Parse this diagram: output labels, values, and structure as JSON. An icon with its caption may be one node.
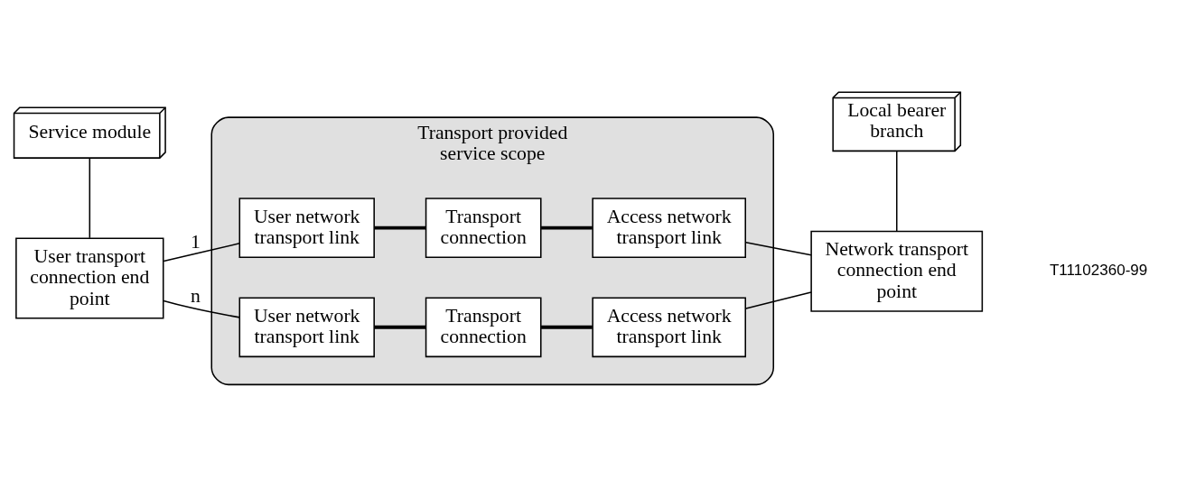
{
  "diagram": {
    "nodes": [
      {
        "text": [
          "Service module"
        ]
      },
      {
        "text": [
          "Local bearer branch"
        ]
      },
      {
        "text": [
          "Transport provided service scope"
        ]
      },
      {
        "text": [
          "User transport connection end point"
        ]
      },
      {
        "text": [
          "User network transport link"
        ],
        "in": 2
      },
      {
        "text": [
          "Transport connection"
        ],
        "in": 2
      },
      {
        "text": [
          "Access network transport link"
        ],
        "in": 2
      },
      {
        "text": [
          "Network transport connection end point"
        ]
      },
      {
        "text": [
          "User network transport link"
        ],
        "in": 2
      },
      {
        "text": [
          "Transport connection"
        ],
        "in": 2
      },
      {
        "text": [
          "Access network transport link"
        ],
        "in": 2
      }
    ],
    "edges": [
      {
        "from": 0,
        "to": 3,
        "arrow": "none"
      },
      {
        "from": 1,
        "to": 7,
        "arrow": "none"
      },
      {
        "from": 3,
        "to": 4,
        "arrow": "none",
        "label": "1"
      },
      {
        "from": 3,
        "to": 8,
        "arrow": "none",
        "label": "n"
      },
      {
        "from": 4,
        "to": 5,
        "arrow": "none",
        "style": "thick"
      },
      {
        "from": 5,
        "to": 6,
        "arrow": "none",
        "style": "thick"
      },
      {
        "from": 8,
        "to": 9,
        "arrow": "none",
        "style": "thick"
      },
      {
        "from": 9,
        "to": 10,
        "arrow": "none",
        "style": "thick"
      },
      {
        "from": 6,
        "to": 7,
        "arrow": "none"
      },
      {
        "from": 10,
        "to": 7,
        "arrow": "none"
      }
    ],
    "labels": [
      "T11102360-99"
    ]
  }
}
